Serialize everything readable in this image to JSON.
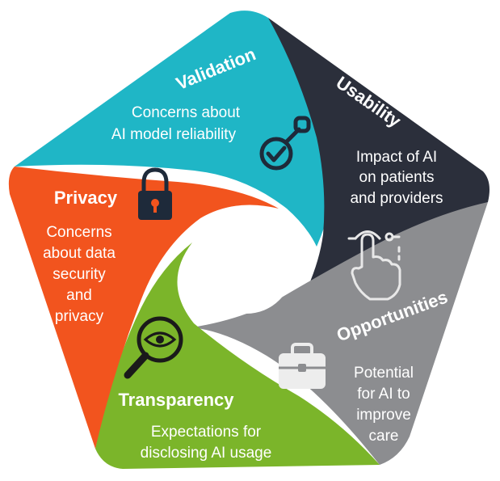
{
  "segments": [
    {
      "id": "validation",
      "title": "Validation",
      "lines": [
        "Concerns about",
        "AI model reliability"
      ],
      "color": "#1fb6c6",
      "icon": "pacifier-check-icon"
    },
    {
      "id": "usability",
      "title": "Usability",
      "lines": [
        "Impact of AI",
        "on patients",
        "and providers"
      ],
      "color": "#2b2f3b",
      "icon": "touch-hand-icon"
    },
    {
      "id": "opportunities",
      "title": "Opportunities",
      "lines": [
        "Potential",
        "for AI to",
        "improve",
        "care"
      ],
      "color": "#8c8d90",
      "icon": "briefcase-icon"
    },
    {
      "id": "transparency",
      "title": "Transparency",
      "lines": [
        "Expectations for",
        "disclosing AI usage"
      ],
      "color": "#7bb52a",
      "icon": "magnifier-eye-icon"
    },
    {
      "id": "privacy",
      "title": "Privacy",
      "lines": [
        "Concerns",
        "about data",
        "security",
        "and",
        "privacy"
      ],
      "color": "#f2541e",
      "icon": "padlock-icon"
    }
  ]
}
